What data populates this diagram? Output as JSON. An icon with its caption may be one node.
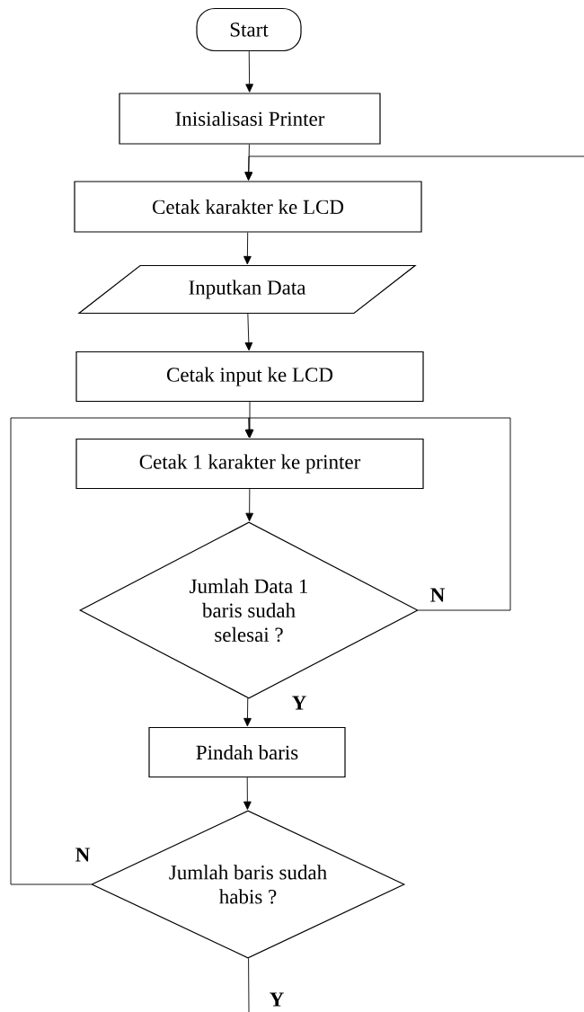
{
  "diagram": {
    "nodes": [
      {
        "text": [
          "Start"
        ]
      },
      {
        "text": [
          "Inisialisasi Printer"
        ]
      },
      {
        "text": [
          "Cetak karakter ke LCD"
        ]
      },
      {
        "text": [
          "Inputkan Data"
        ]
      },
      {
        "text": [
          "Cetak input ke LCD"
        ]
      },
      {
        "text": [
          "Cetak 1 karakter ke printer"
        ]
      },
      {
        "text": [
          "Jumlah Data 1 baris sudah selesai ?"
        ]
      },
      {
        "text": [
          "Pindah baris"
        ]
      },
      {
        "text": [
          "Jumlah baris sudah habis ?"
        ]
      }
    ],
    "edges": [
      {
        "from": 0,
        "to": 1,
        "arrow": "to"
      },
      {
        "from": 1,
        "to": 2,
        "arrow": "to"
      },
      {
        "from": null,
        "to": 2,
        "arrow": "to"
      },
      {
        "from": 2,
        "to": 3,
        "arrow": "to"
      },
      {
        "from": 3,
        "to": 4,
        "arrow": "to"
      },
      {
        "from": 4,
        "to": 5,
        "arrow": "to"
      },
      {
        "from": 5,
        "to": 6,
        "arrow": "to"
      },
      {
        "from": 6,
        "to": 5,
        "arrow": "to",
        "label": "N"
      },
      {
        "from": 6,
        "to": 7,
        "arrow": "to",
        "label": "Y"
      },
      {
        "from": 7,
        "to": 8,
        "arrow": "to"
      },
      {
        "from": 8,
        "to": 5,
        "arrow": "to",
        "label": "N"
      },
      {
        "from": 8,
        "to": null,
        "arrow": "none",
        "label": "Y"
      }
    ]
  }
}
